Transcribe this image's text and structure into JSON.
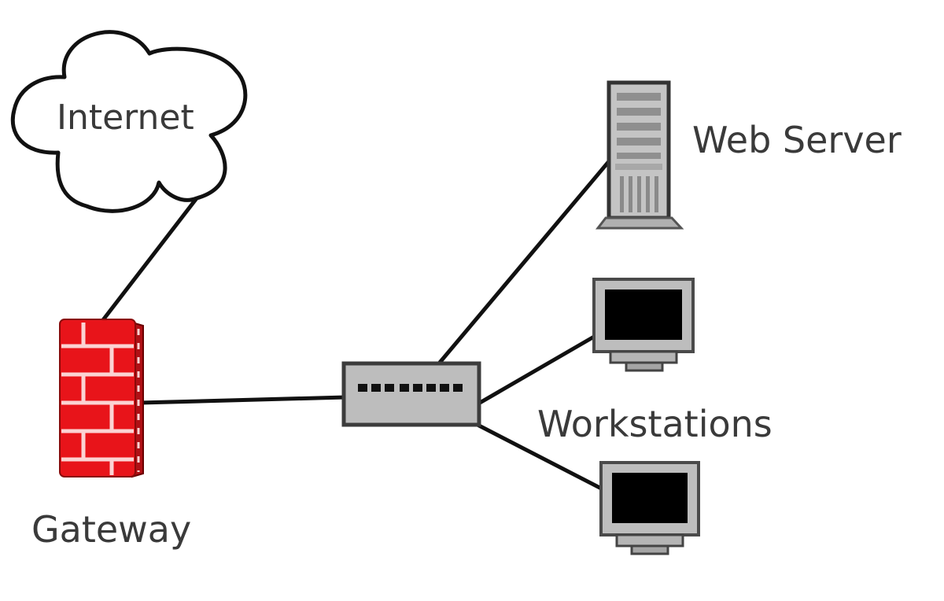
{
  "diagram": {
    "type": "network-topology",
    "colors": {
      "line": "#111111",
      "firewall_red": "#e8141a",
      "firewall_mortar": "#fbd3d3",
      "device_gray": "#b8b8b8",
      "device_border": "#3c3c3c",
      "screen": "#000000",
      "label_text": "#3a3a3a"
    },
    "nodes": [
      {
        "id": "internet",
        "label": "Internet",
        "icon": "cloud-icon"
      },
      {
        "id": "gateway",
        "label": "Gateway",
        "icon": "firewall-icon"
      },
      {
        "id": "switch",
        "label": "",
        "icon": "network-switch-icon"
      },
      {
        "id": "webserver",
        "label": "Web Server",
        "icon": "server-tower-icon"
      },
      {
        "id": "workstation1",
        "label": "",
        "icon": "monitor-icon"
      },
      {
        "id": "workstation2",
        "label": "",
        "icon": "monitor-icon"
      }
    ],
    "group_labels": {
      "workstations": "Workstations"
    },
    "edges": [
      {
        "from": "internet",
        "to": "gateway"
      },
      {
        "from": "gateway",
        "to": "switch"
      },
      {
        "from": "switch",
        "to": "webserver"
      },
      {
        "from": "switch",
        "to": "workstation1"
      },
      {
        "from": "switch",
        "to": "workstation2"
      }
    ]
  }
}
